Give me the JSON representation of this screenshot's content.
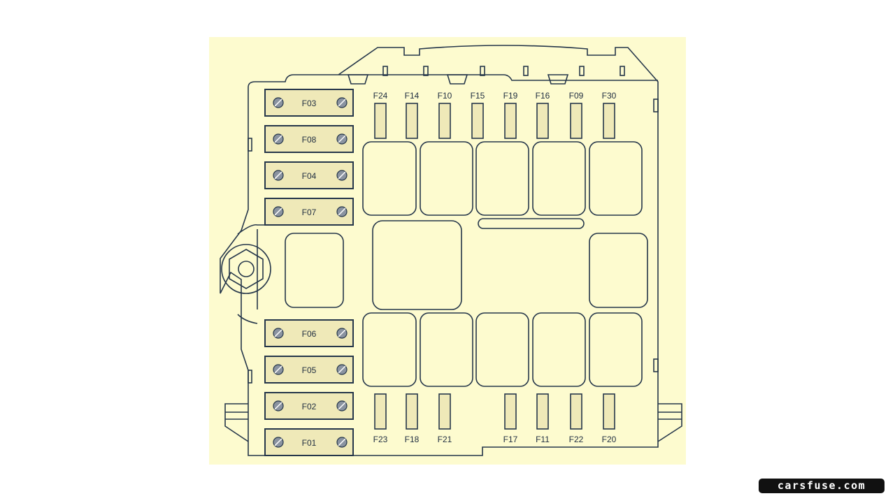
{
  "diagram": {
    "colors": {
      "background": "#fdfbcf",
      "fuse_fill": "#efe9b8",
      "line": "#25364a",
      "screw": "#8a93a0"
    },
    "maxi_fuses": [
      "F03",
      "F08",
      "F04",
      "F07",
      "F06",
      "F05",
      "F02",
      "F01"
    ],
    "mini_fuses_top": [
      "F24",
      "F14",
      "F10",
      "F15",
      "F19",
      "F16",
      "F09",
      "F30"
    ],
    "mini_fuses_bottom": [
      "F23",
      "F18",
      "F21",
      "F17",
      "F11",
      "F22",
      "F20"
    ]
  },
  "watermark": "carsfuse.com"
}
